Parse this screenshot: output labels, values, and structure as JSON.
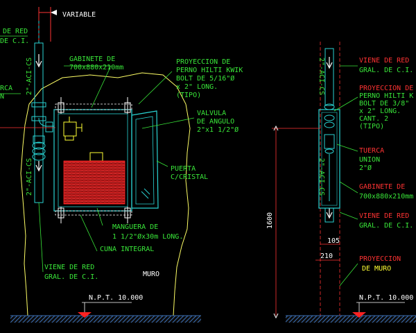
{
  "colors": {
    "background": "#000000",
    "pipe_cyan": "#2ad4d4",
    "annotation_green": "#39e639",
    "text_white": "#ffffff",
    "text_yellow": "#ffff33",
    "wall_yellow": "#ffff66",
    "hatch_red": "#ff2222",
    "dim_red": "#ff3333",
    "ground_blue": "#3b6fb5"
  },
  "labels": {
    "variable": "VARIABLE",
    "de_red": "DE RED",
    "de_ci": "DE C.I.",
    "rca": "RCA",
    "n": "N",
    "pipe_tag_left_top": "2\"-ACI-CS",
    "pipe_tag_left_bottom": "2\"-ACI-CS",
    "gabinete_l1": "GABINETE DE",
    "gabinete_l2": "700x880x210mm",
    "proyeccion_l1": "PROYECCION DE",
    "proyeccion_l2": "PERNO HILTI KWIK",
    "proyeccion_l3": "BOLT DE 5/16\"Ø",
    "proyeccion_l4": "x 2\" LONG.",
    "proyeccion_l5": "(TIPO)",
    "valvula_l1": "VALVULA",
    "valvula_l2": "DE ANGULO",
    "valvula_l3": "2\"x1 1/2\"Ø",
    "puerta_l1": "PUERTA",
    "puerta_l2": "C/CRISTAL",
    "manguera_l1": "MANGUERA DE",
    "manguera_l2": "1 1/2\"Øx30m LONG.",
    "cuna": "CUNA INTEGRAL",
    "viene_l1": "VIENE DE RED",
    "viene_l2": "GRAL. DE C.I.",
    "muro": "MURO",
    "npt": "N.P.T. 10.000"
  },
  "right_labels": {
    "pipe_tag": "2\"-ACI-CS",
    "pipe_tag_lower": "2\"-ACI-CS",
    "viene_top_l1": "VIENE DE RED",
    "viene_top_l2": "GRAL. DE C.I.",
    "proyeccion_l1": "PROYECCION DE",
    "proyeccion_l2": "PERNO HILTI K",
    "proyeccion_l3": "BOLT DE 3/8\"",
    "proyeccion_l4": "x 2\" LONG.",
    "proyeccion_l5": "CANT. 2",
    "proyeccion_l6": "(TIPO)",
    "tuerca": "TUERCA",
    "union": "UNION",
    "union_size": "2\"Ø",
    "gabinete_l1": "GABINETE DE",
    "gabinete_l2": "700x880x210mm",
    "viene_bot_l1": "VIENE DE RED",
    "viene_bot_l2": "GRAL. DE C.I.",
    "dim_height": "1600",
    "dim_105": "105",
    "dim_210": "210",
    "proy_muro_l1": "PROYECCION",
    "proy_muro_l2": "DE MURO",
    "npt": "N.P.T. 10.000"
  }
}
